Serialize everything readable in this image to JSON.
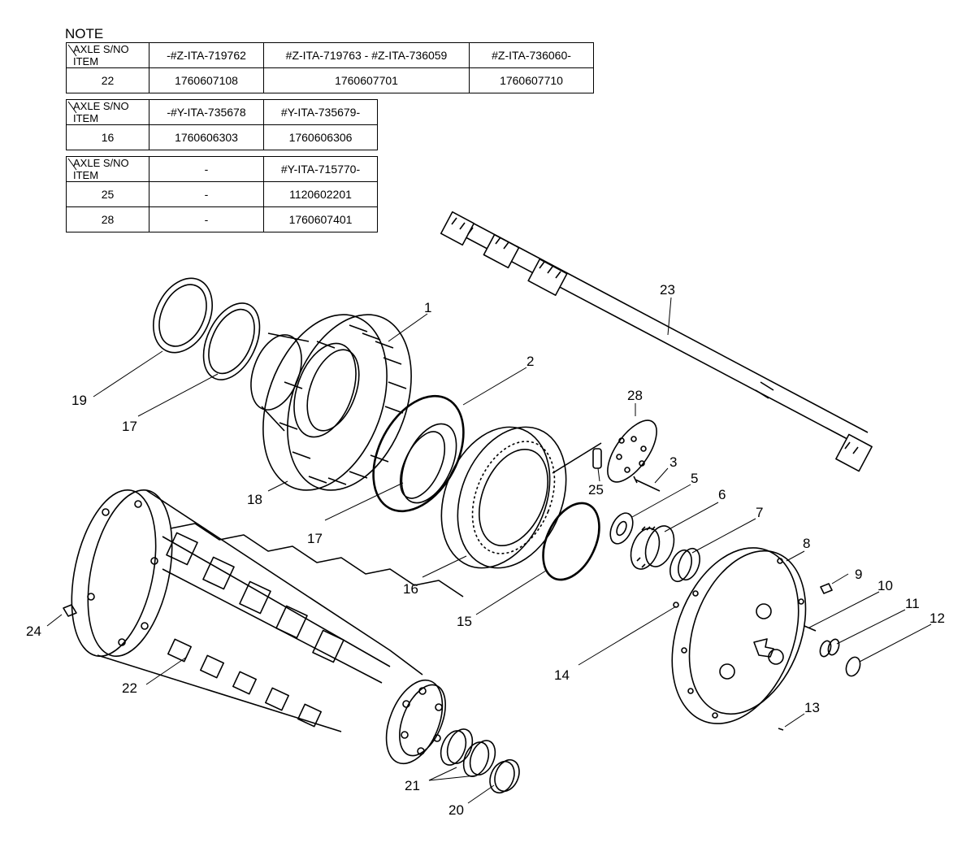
{
  "note": {
    "title": "NOTE",
    "header_top": "AXLE S/NO",
    "header_bottom": "ITEM",
    "table1": {
      "columns": [
        "-#Z-ITA-719762",
        "#Z-ITA-719763 - #Z-ITA-736059",
        "#Z-ITA-736060-"
      ],
      "rows": [
        {
          "item": "22",
          "values": [
            "1760607108",
            "1760607701",
            "1760607710"
          ]
        }
      ]
    },
    "table2": {
      "columns": [
        "-#Y-ITA-735678",
        "#Y-ITA-735679-"
      ],
      "rows": [
        {
          "item": "16",
          "values": [
            "1760606303",
            "1760606306"
          ]
        }
      ]
    },
    "table3": {
      "columns": [
        "-",
        "#Y-ITA-715770-"
      ],
      "rows": [
        {
          "item": "25",
          "values": [
            "-",
            "1120602201"
          ]
        },
        {
          "item": "28",
          "values": [
            "-",
            "1760607401"
          ]
        }
      ]
    }
  },
  "callouts": {
    "c1": "1",
    "c2": "2",
    "c3": "3",
    "c5": "5",
    "c6": "6",
    "c7": "7",
    "c8": "8",
    "c9": "9",
    "c10": "10",
    "c11": "11",
    "c12": "12",
    "c13": "13",
    "c14": "14",
    "c15": "15",
    "c16": "16",
    "c17a": "17",
    "c17b": "17",
    "c18": "18",
    "c19": "19",
    "c20": "20",
    "c21": "21",
    "c22": "22",
    "c23": "23",
    "c24": "24",
    "c25": "25",
    "c28": "28"
  }
}
